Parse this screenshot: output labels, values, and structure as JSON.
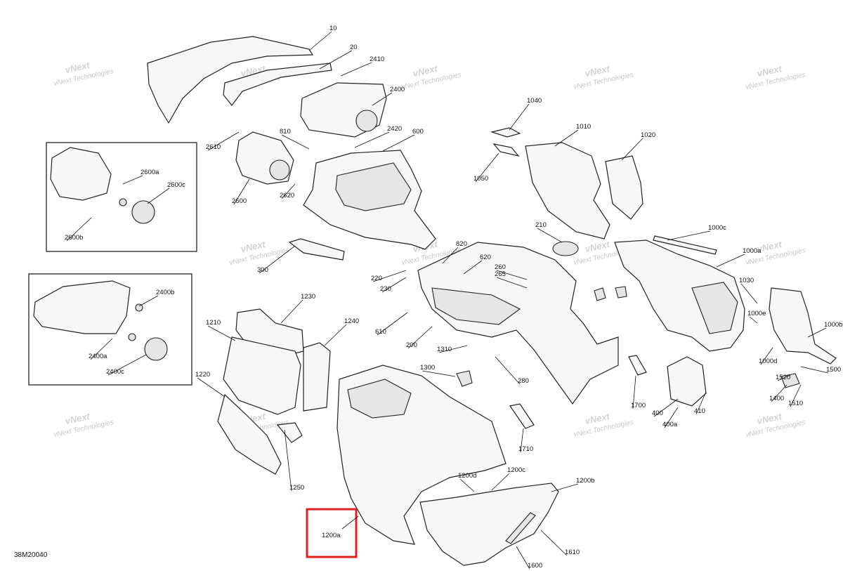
{
  "diagram": {
    "code": "38M20040",
    "highlight_label": "1200a",
    "highlight_color": "#e02020",
    "watermark": {
      "line1": "vNext",
      "line2": "Technologies"
    },
    "callouts": [
      "10",
      "20",
      "2410",
      "2400",
      "2420",
      "600",
      "810",
      "2610",
      "2620",
      "2600",
      "2600a",
      "2600c",
      "2600b",
      "300",
      "2400b",
      "2400a",
      "2400c",
      "1040",
      "1010",
      "1020",
      "1050",
      "210",
      "820",
      "620",
      "220",
      "230",
      "260",
      "265",
      "610",
      "200",
      "1310",
      "1300",
      "280",
      "1230",
      "1210",
      "1240",
      "1220",
      "1250",
      "1000c",
      "1000a",
      "1030",
      "1000e",
      "1000b",
      "1000d",
      "1500",
      "1520",
      "1400",
      "1510",
      "1700",
      "400",
      "410",
      "400a",
      "1710",
      "1200c",
      "1200d",
      "1200b",
      "1610",
      "1600"
    ]
  }
}
